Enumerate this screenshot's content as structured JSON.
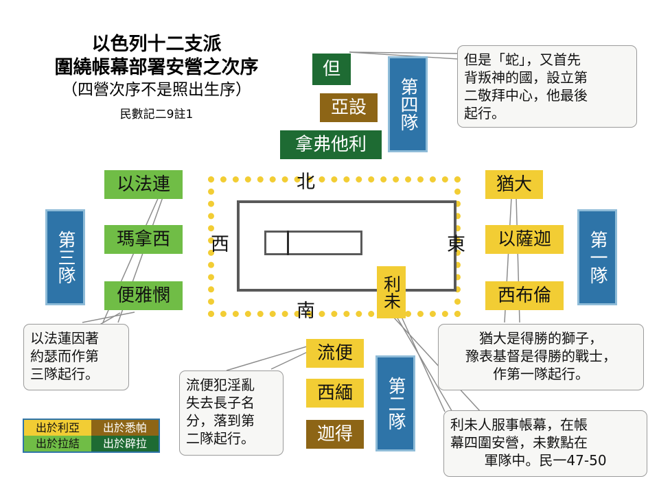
{
  "title": {
    "line1": "以色列十二支派",
    "line2": "圍繞帳幕部署安營之次序",
    "line3": "（四營次序不是照出生序）",
    "reference": "民數記二9註1"
  },
  "compass": {
    "north": "北",
    "south": "南",
    "east": "東",
    "west": "西"
  },
  "center": {
    "levi": "利未"
  },
  "camps": {
    "north": {
      "team": "第四隊",
      "tribes": [
        "但",
        "亞設",
        "拿弗他利"
      ]
    },
    "east": {
      "team": "第一隊",
      "tribes": [
        "猶大",
        "以薩迦",
        "西布倫"
      ]
    },
    "south": {
      "team": "第二隊",
      "tribes": [
        "流便",
        "西緬",
        "迦得"
      ]
    },
    "west": {
      "team": "第三隊",
      "tribes": [
        "以法連",
        "瑪拿西",
        "便雅憫"
      ]
    }
  },
  "callouts": {
    "dan": "但是「蛇」，又首先背叛神的國，設立第二敬拜中心，他最後起行。",
    "ephraim": "以法蓮因著約瑟而作第三隊起行。",
    "reuben": "流便犯淫亂失去長子名分，落到第二隊起行。",
    "judah": "猶大是得勝的獅子，豫表基督是得勝的戰士，作第一隊起行。",
    "levi": "利未人服事帳幕，在帳幕四圍安營，未數點在軍隊中。民一47-50"
  },
  "callout_lines": {
    "dan": [
      "但是「蛇」，又首先",
      "背叛神的國，設立第",
      "二敬拜中心，他最後",
      "起行。"
    ],
    "ephraim": [
      "以法蓮因著",
      "約瑟而作第",
      "三隊起行。"
    ],
    "reuben": [
      "流便犯淫亂",
      "失去長子名",
      "分，落到第",
      "二隊起行。"
    ],
    "judah": [
      "猶大是得勝的獅子，",
      "豫表基督是得勝的戰士，",
      "作第一隊起行。"
    ],
    "levi": [
      "利未人服事帳幕，在帳",
      "幕四圍安營，未數點在",
      "軍隊中。民一47-50"
    ]
  },
  "legend": {
    "items": [
      {
        "label": "出於利亞",
        "color": "#f2cd34"
      },
      {
        "label": "出於悉帕",
        "color": "#8d6516"
      },
      {
        "label": "出於拉結",
        "color": "#70bd46"
      },
      {
        "label": "出於辟拉",
        "color": "#1e6b33"
      }
    ]
  },
  "colors": {
    "leah_yellow": "#f2cd34",
    "zilpah_brown": "#8d6516",
    "rachel_light_green": "#70bd46",
    "bilhah_dark_green": "#1e6b33",
    "team_blue": "#2e74a8",
    "tabernacle_gray": "#595959",
    "courtyard_yellow": "#f2cd34"
  }
}
